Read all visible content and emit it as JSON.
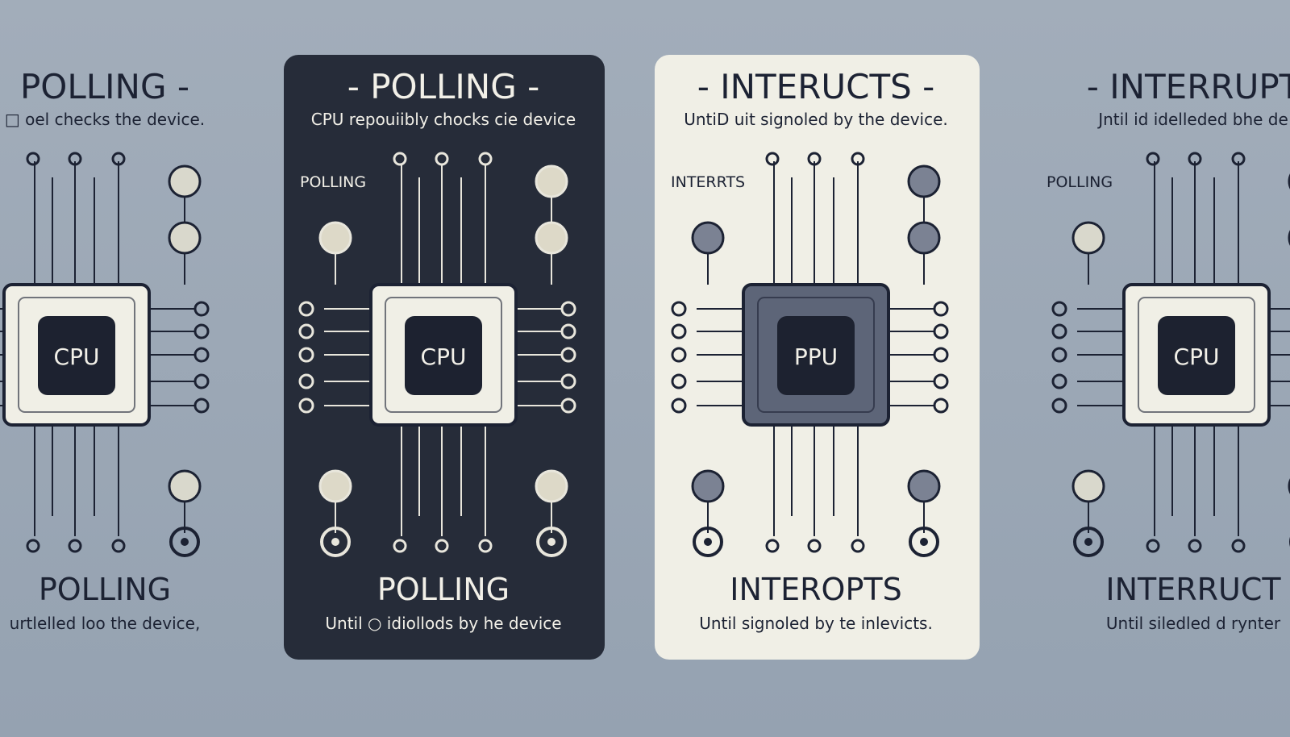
{
  "colors": {
    "background": "#9ba7b5",
    "dark_panel": "#262c39",
    "light_panel": "#f0efe6",
    "ink_dark": "#1c2233",
    "ink_light": "#f2f0e8",
    "chip_gray": "#5d6578"
  },
  "panels": [
    {
      "title": "POLLING -",
      "subtitle": "□ oel checks the device.",
      "side_label": "",
      "chip_label": "CPU",
      "bottom_title": "POLLING",
      "bottom_subtitle": "urtlelled loo the device,",
      "theme": "gray"
    },
    {
      "title": "- POLLING -",
      "subtitle": "CPU repouiibly chocks cie device",
      "side_label": "POLLING",
      "chip_label": "CPU",
      "bottom_title": "POLLING",
      "bottom_subtitle": "Until ○ idiollods by he device",
      "theme": "dark"
    },
    {
      "title": "- INTERUCTS -",
      "subtitle": "UntiD uit signoled by the device.",
      "side_label": "INTERRTS",
      "chip_label": "PPU",
      "bottom_title": "INTEROPTS",
      "bottom_subtitle": "Until signoled by te inlevicts.",
      "theme": "light"
    },
    {
      "title": "- INTERRUPT",
      "subtitle": "Jntil id idelleded bhe de",
      "side_label": "POLLING",
      "chip_label": "CPU",
      "bottom_title": "INTERRUCT",
      "bottom_subtitle": "Until siledled d rynter",
      "theme": "gray"
    }
  ]
}
